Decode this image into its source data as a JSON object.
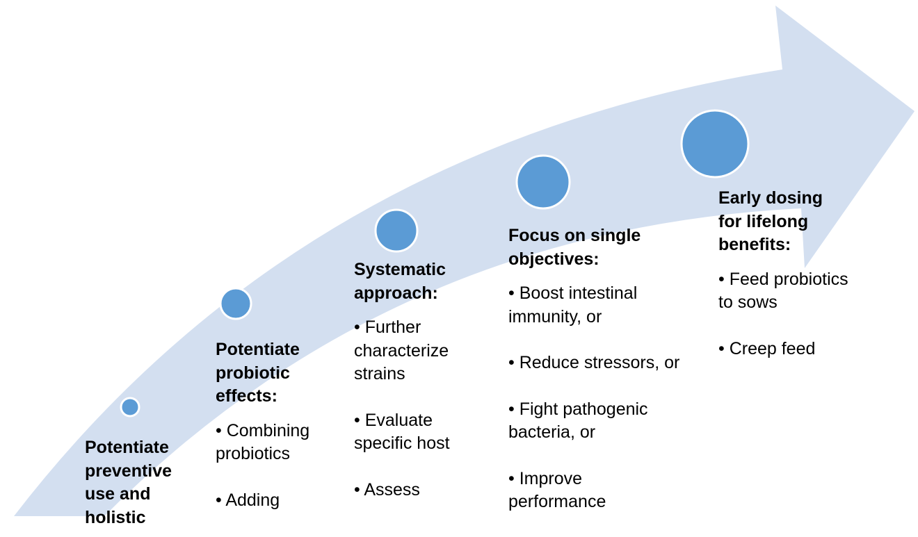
{
  "diagram": {
    "colors": {
      "arrow_fill": "#d3dff0",
      "dot_fill": "#5b9bd5",
      "dot_stroke": "#ffffff",
      "text": "#000000"
    },
    "stages": [
      {
        "title": "Potentiate\npreventive\nuse and\nholistic",
        "items": []
      },
      {
        "title": "Potentiate\nprobiotic\neffects:",
        "items": [
          "• Combining\nprobiotics",
          "• Adding"
        ]
      },
      {
        "title": "Systematic\napproach:",
        "items": [
          "• Further\ncharacterize\nstrains",
          "• Evaluate\nspecific host",
          "• Assess"
        ]
      },
      {
        "title": "Focus on single\nobjectives:",
        "items": [
          "• Boost intestinal\nimmunity, or",
          "• Reduce stressors, or",
          "• Fight pathogenic\nbacteria, or",
          "• Improve\nperformance"
        ]
      },
      {
        "title": "Early dosing\nfor lifelong\nbenefits:",
        "items": [
          "• Feed probiotics\nto sows",
          "• Creep feed"
        ]
      }
    ]
  }
}
